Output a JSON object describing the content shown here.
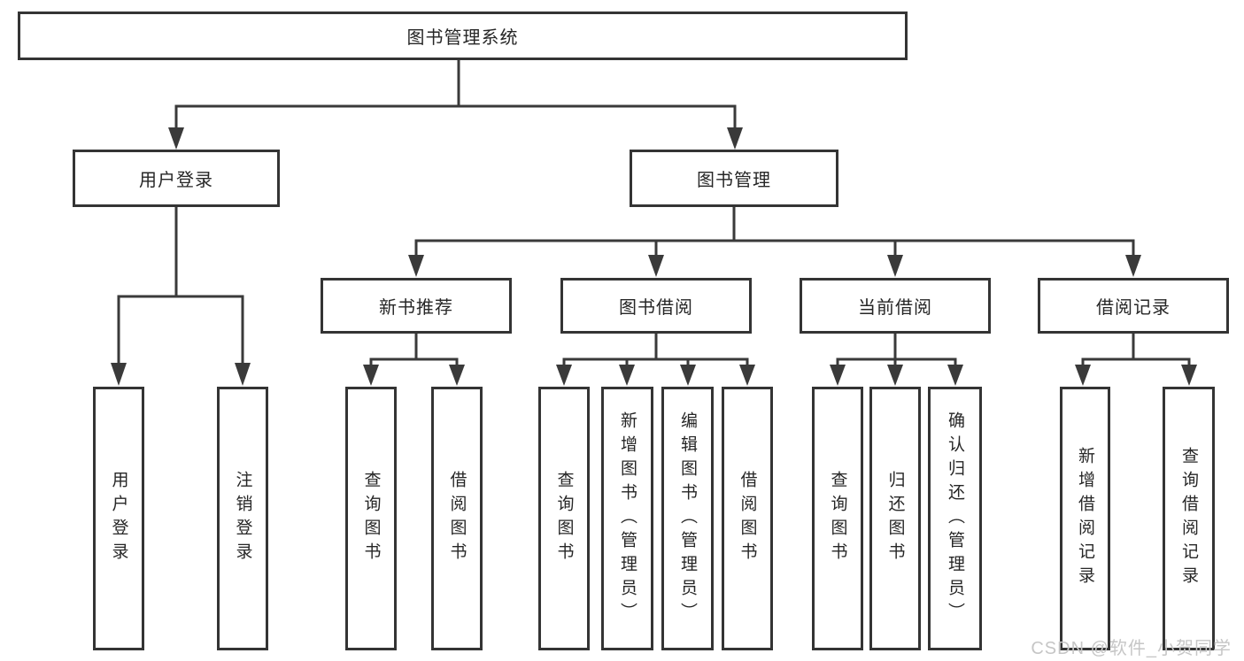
{
  "tree": {
    "root": {
      "label": "图书管理系统"
    },
    "branches": [
      {
        "label": "用户登录",
        "children": [
          {
            "label": "用户登录"
          },
          {
            "label": "注销登录"
          }
        ]
      },
      {
        "label": "图书管理",
        "children": [
          {
            "label": "新书推荐",
            "children": [
              {
                "label": "查询图书"
              },
              {
                "label": "借阅图书"
              }
            ]
          },
          {
            "label": "图书借阅",
            "children": [
              {
                "label": "查询图书"
              },
              {
                "label": "新增图书（管理员）"
              },
              {
                "label": "编辑图书（管理员）"
              },
              {
                "label": "借阅图书"
              }
            ]
          },
          {
            "label": "当前借阅",
            "children": [
              {
                "label": "查询图书"
              },
              {
                "label": "归还图书"
              },
              {
                "label": "确认归还（管理员）"
              }
            ]
          },
          {
            "label": "借阅记录",
            "children": [
              {
                "label": "新增借阅记录"
              },
              {
                "label": "查询借阅记录"
              }
            ]
          }
        ]
      }
    ]
  },
  "watermark": {
    "text": "CSDN @软件_小贺同学"
  },
  "colors": {
    "line": "#3a3a3a",
    "box_border": "#343434",
    "box_background": "#ffffff",
    "text": "#262626",
    "watermark_text": "#c6c6c6",
    "page_background": "#ffffff"
  }
}
